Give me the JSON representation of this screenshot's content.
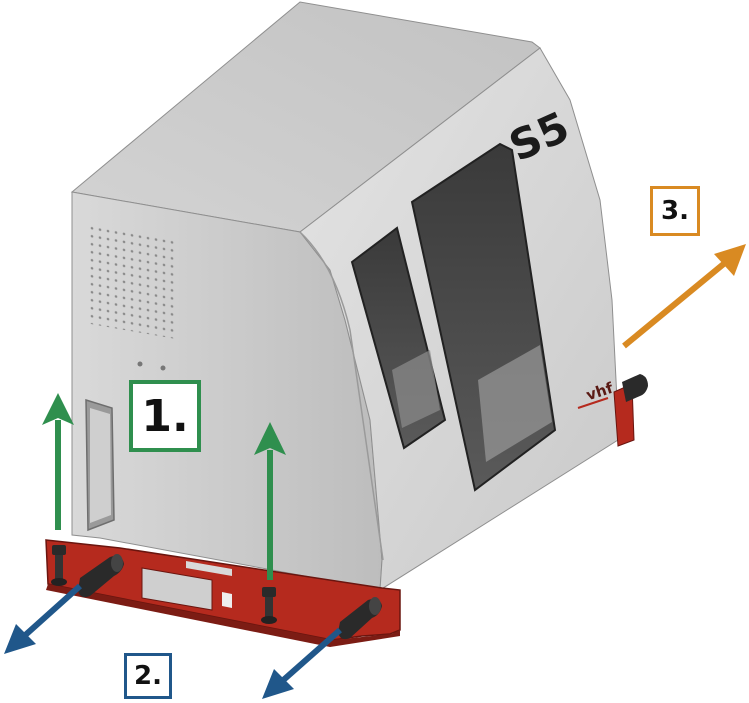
{
  "model_label": "S5",
  "brand_logo": "vhf",
  "steps": {
    "one": "1.",
    "two": "2.",
    "three": "3."
  },
  "colors": {
    "lift_arrow": "#2f8f4e",
    "pull_arrow": "#20578a",
    "move_arrow": "#d98a22",
    "base_frame": "#b52a1e",
    "housing": "#d6d6d6"
  }
}
